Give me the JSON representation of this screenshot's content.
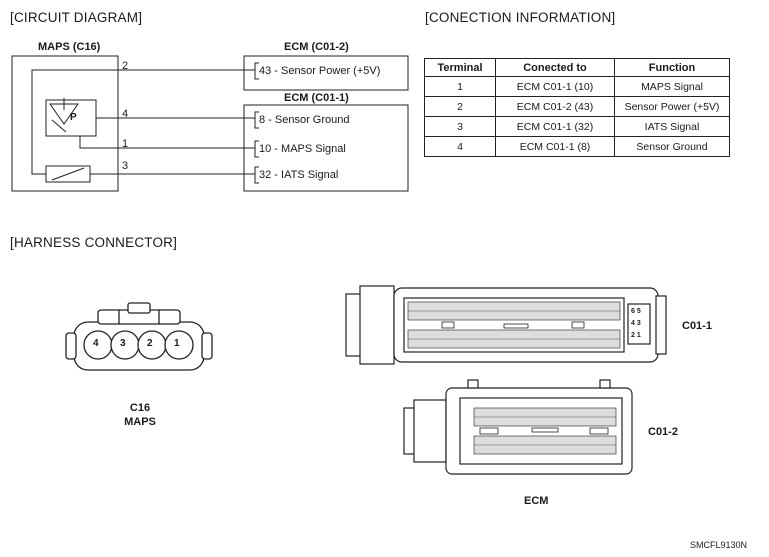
{
  "circuit": {
    "title": "[CIRCUIT DIAGRAM]",
    "maps_label": "MAPS (C16)",
    "maps_symbol": "P",
    "ecm_top_label": "ECM (C01-2)",
    "ecm_bottom_label": "ECM (C01-1)",
    "wires": [
      "2",
      "4",
      "1",
      "3"
    ],
    "signals": [
      {
        "pin": "43",
        "text": " - Sensor Power (+5V)"
      },
      {
        "pin": "8",
        "text": " - Sensor Ground"
      },
      {
        "pin": "10",
        "text": " - MAPS Signal"
      },
      {
        "pin": "32",
        "text": " - IATS Signal"
      }
    ]
  },
  "connection": {
    "title": "[CONECTION INFORMATION]",
    "headers": [
      "Terminal",
      "Conected to",
      "Function"
    ],
    "rows": [
      [
        "1",
        "ECM C01-1 (10)",
        "MAPS Signal"
      ],
      [
        "2",
        "ECM C01-2 (43)",
        "Sensor Power (+5V)"
      ],
      [
        "3",
        "ECM C01-1 (32)",
        "IATS Signal"
      ],
      [
        "4",
        "ECM C01-1 (8)",
        "Sensor Ground"
      ]
    ]
  },
  "harness": {
    "title": "[HARNESS CONNECTOR]",
    "maps_pins": [
      "4",
      "3",
      "2",
      "1"
    ],
    "maps_caption_1": "C16",
    "maps_caption_2": "MAPS",
    "c011_label": "C01-1",
    "c011_side_pins": [
      "6",
      "5",
      "4",
      "3",
      "2",
      "1"
    ],
    "c012_label": "C01-2",
    "ecm_caption": "ECM"
  },
  "footer_code": "SMCFL9130N"
}
